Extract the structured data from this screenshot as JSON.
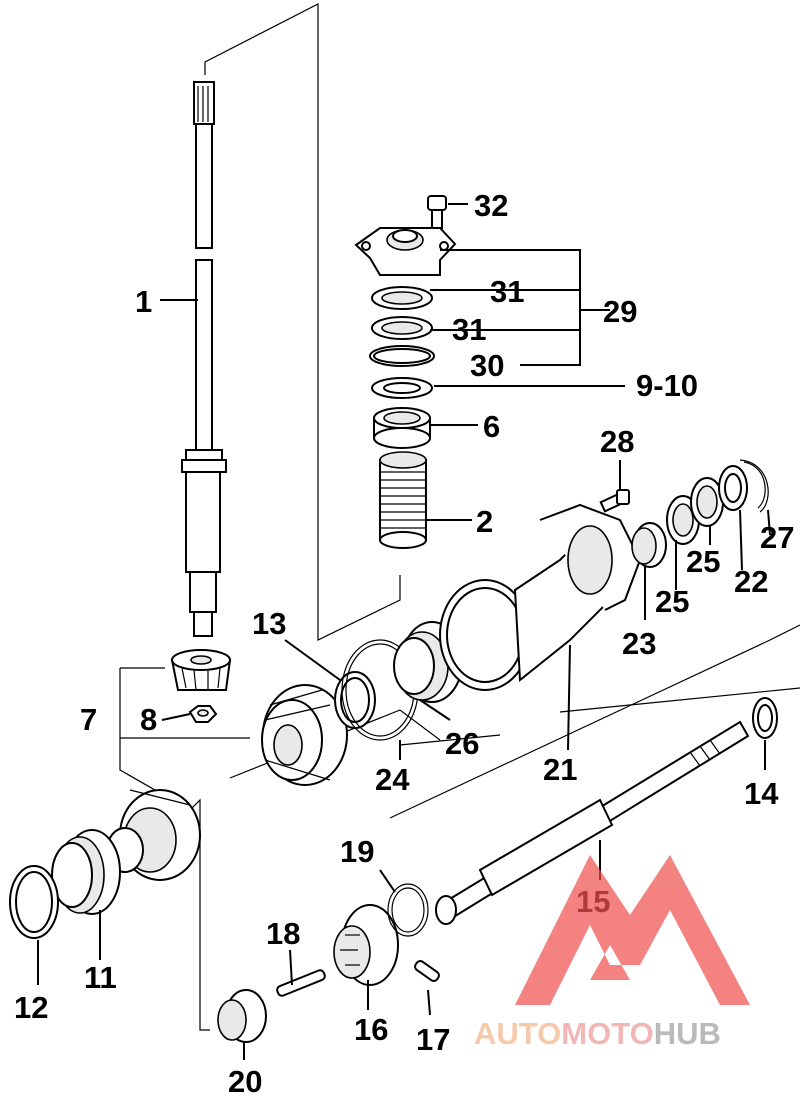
{
  "labels": {
    "p1": "1",
    "p2": "2",
    "p6": "6",
    "p7": "7",
    "p8": "8",
    "p9_10": "9-10",
    "p11": "11",
    "p12": "12",
    "p13": "13",
    "p14": "14",
    "p15": "15",
    "p16": "16",
    "p17": "17",
    "p18": "18",
    "p19": "19",
    "p20": "20",
    "p21": "21",
    "p22": "22",
    "p23": "23",
    "p24": "24",
    "p25a": "25",
    "p25b": "25",
    "p26": "26",
    "p27": "27",
    "p28": "28",
    "p29": "29",
    "p30": "30",
    "p31a": "31",
    "p31b": "31",
    "p32": "32"
  },
  "watermark": {
    "part1": "AUTO",
    "part2": "MOTO",
    "part3": "HUB",
    "color1": "#f3b58a",
    "color2": "#ef9a9a",
    "color3": "#a0a0a0",
    "logo_color": "#ef5350"
  }
}
